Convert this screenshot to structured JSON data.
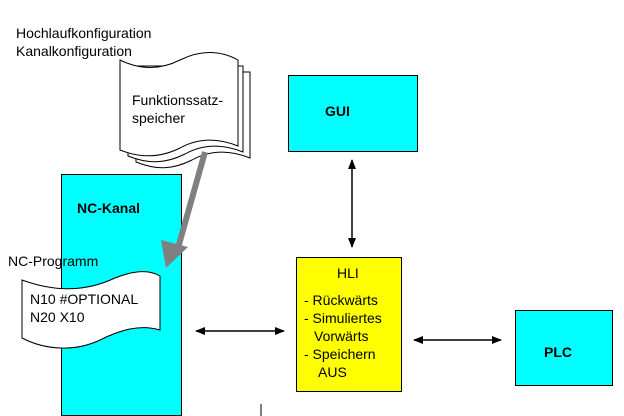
{
  "labels": {
    "config_line1": "Hochlaufkonfiguration",
    "config_line2": "Kanalkonfiguration",
    "fsp_line1": "Funktionssatz-",
    "fsp_line2": "speicher",
    "gui": "GUI",
    "nc_kanal": "NC-Kanal",
    "nc_programm": "NC-Programm",
    "prog_line1": "N10 #OPTIONAL",
    "prog_line2": "N20 X10",
    "hli_title": "HLI",
    "hli_line1": "- Rückwärts",
    "hli_line2": "- Simuliertes",
    "hli_line3": "Vorwärts",
    "hli_line4": "- Speichern",
    "hli_line5": "AUS",
    "plc": "PLC"
  },
  "colors": {
    "cyan": "#00ffff",
    "yellow": "#ffff00",
    "arrow_gray": "#808080",
    "line": "#000000"
  }
}
